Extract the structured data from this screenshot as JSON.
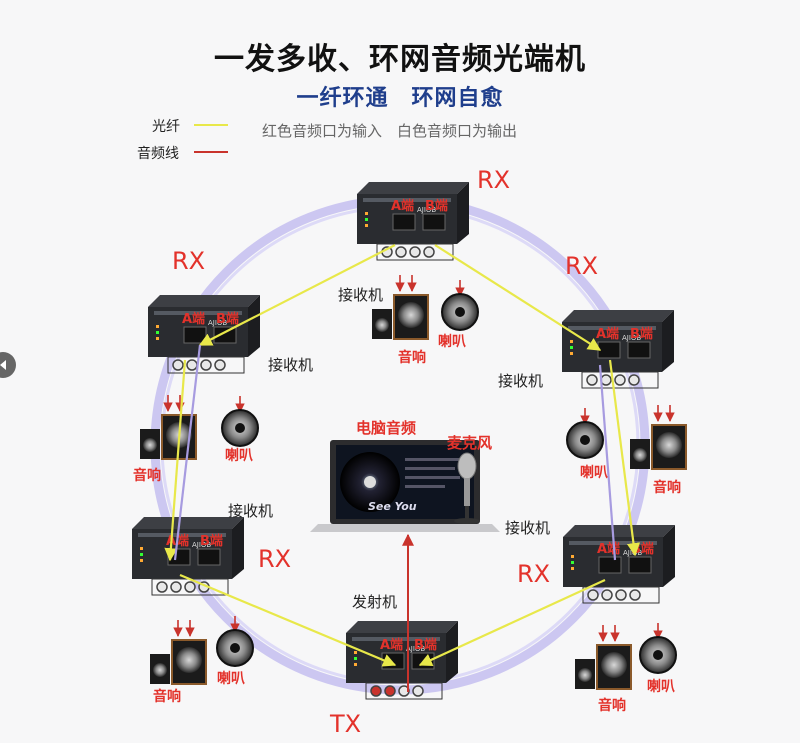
{
  "title": "一发多收、环网音频光端机",
  "subtitle": "一纤环通　环网自愈",
  "note": "红色音频口为输入　白色音频口为输出",
  "legend": [
    {
      "label": "光纤",
      "color": "#e8e84a"
    },
    {
      "label": "音频线",
      "color": "#c9332c"
    }
  ],
  "port_a": "A端",
  "port_b": "B端",
  "device_brand": "AJIOB",
  "receiver_label": "接收机",
  "transmitter_label": "发射机",
  "speaker_label": "音响",
  "horn_label": "喇叭",
  "rx": "RX",
  "tx": "TX",
  "center": {
    "computer_label": "电脑音频",
    "mic_label": "麦克风",
    "screen_text": "See You"
  },
  "colors": {
    "fiber": "#e8e84a",
    "audio": "#c9332c",
    "ring": "#b9b2ea",
    "label_red": "#e3322b",
    "device": "#2a2c30"
  }
}
